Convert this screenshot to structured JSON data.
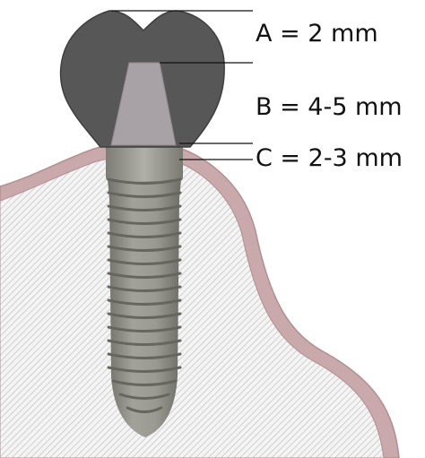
{
  "diagram": {
    "labels": {
      "a": "A = 2 mm",
      "b": "B = 4-5 mm",
      "c": "C = 2-3 mm"
    },
    "colors": {
      "crown": "#575757",
      "abutment": "#a8a1a6",
      "implant": "#8d8d85",
      "implant_thread_shadow": "#66665f",
      "gingiva_band": "#c9a9ab",
      "gingiva_outline": "#b08f92",
      "bone_hatch": "#c7c7c7",
      "bone_fill": "#f4f4f4",
      "leader_line": "#111111"
    }
  }
}
